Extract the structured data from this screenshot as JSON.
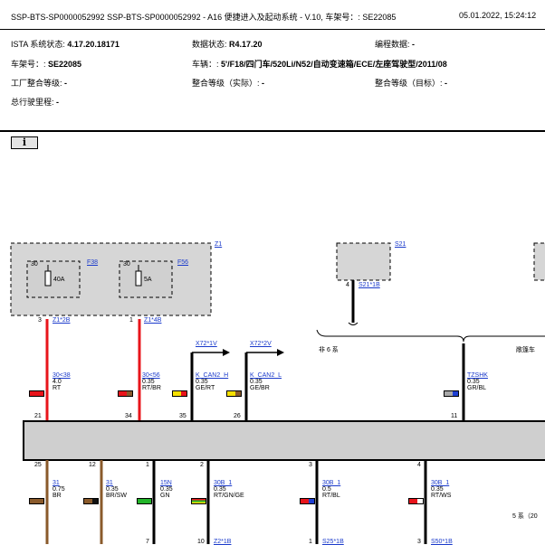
{
  "header": {
    "title": "SSP-BTS-SP0000052992 SSP-BTS-SP0000052992 - A16 便捷进入及起动系统 - V.10, 车架号：: SE22085",
    "datetime": "05.01.2022, 15:24:12"
  },
  "info": {
    "istaLabel": "ISTA 系统状态: ",
    "istaValue": "4.17.20.18171",
    "dataLabel": "数据状态: ",
    "dataValue": "R4.17.20",
    "progLabel": "编程数据: ",
    "progValue": "-",
    "vinLabel": "车架号：: ",
    "vinValue": "SE22085",
    "vehLabel": "车辆：: ",
    "vehValue": "5'/F18/四门车/520Li/N52/自动变速箱/ECE/左座驾驶型/2011/08",
    "factoryLabel": "工厂整合等级: ",
    "factoryValue": "-",
    "actualLabel": "整合等级（实际）: ",
    "actualValue": "-",
    "targetLabel": "整合等级（目标）: ",
    "targetValue": "-",
    "mileageLabel": "总行驶里程: ",
    "mileageValue": "-"
  },
  "infoIcon": "i",
  "diagram": {
    "z1": "Z1",
    "f38": "F38",
    "f56": "F56",
    "s21": "S21",
    "pin30a": "30",
    "pin30b": "30",
    "fuse40": "40A",
    "fuse5": "5A",
    "pin3": "3",
    "z1_2b": "Z1*2B",
    "pin1": "1",
    "z1_4b": "Z1*4B",
    "pin4": "4",
    "s21_1b": "S21*1B",
    "x72_1v": "X72*1V",
    "x72_2v": "X72*2V",
    "non6": "非 6 系",
    "convertible": "敞篷车",
    "wires_top": [
      {
        "name": "30<38",
        "size": "4.0",
        "color": "RT"
      },
      {
        "name": "30<56",
        "size": "0.35",
        "color": "RT/BR"
      },
      {
        "name": "K_CAN2_H",
        "size": "0.35",
        "color": "GE/RT"
      },
      {
        "name": "K_CAN2_L",
        "size": "0.35",
        "color": "GE/BR"
      },
      {
        "name": "TZSHK",
        "size": "0.35",
        "color": "GR/BL"
      }
    ],
    "pins_top": [
      "21",
      "34",
      "35",
      "26",
      "11"
    ],
    "pins_bottom": [
      "25",
      "12",
      "1",
      "2",
      "3",
      "4"
    ],
    "wires_bottom": [
      {
        "name": "31",
        "size": "0.75",
        "color": "BR"
      },
      {
        "name": "31",
        "size": "0.35",
        "color": "BR/SW"
      },
      {
        "name": "15N",
        "size": "0.35",
        "color": "GN"
      },
      {
        "name": "30B_1",
        "size": "0.35",
        "color": "RT/GN/GE"
      },
      {
        "name": "30B_1",
        "size": "0.5",
        "color": "RT/BL"
      },
      {
        "name": "30B_1",
        "size": "0.35",
        "color": "RT/WS"
      }
    ],
    "series5": "5 系（20",
    "foot": [
      {
        "pin": "7",
        "conn": ""
      },
      {
        "pin": "10",
        "conn": "Z2*1B"
      },
      {
        "pin": "1",
        "conn": "S25*1B"
      },
      {
        "pin": "3",
        "conn": "S50*1B"
      }
    ]
  },
  "colors": {
    "red": "#e8141b",
    "brown": "#8a5a2b",
    "yellow": "#f6e000",
    "green": "#23b52a",
    "blue": "#1e3fd2",
    "gray": "#a8a8a8",
    "link": "#1a3acb"
  }
}
